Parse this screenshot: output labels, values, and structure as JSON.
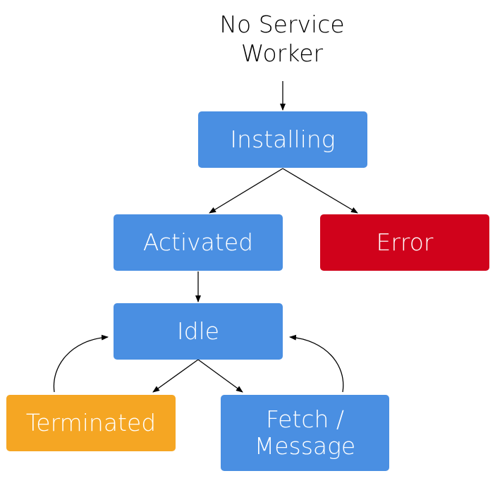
{
  "start": {
    "lines": [
      "No Service",
      "Worker"
    ]
  },
  "colors": {
    "state": "#4a8fe2",
    "error": "#d0021b",
    "terminated": "#f5a623",
    "arrow": "#000000",
    "text_on_node": "#ffffff"
  },
  "nodes": {
    "installing": {
      "label": "Installing"
    },
    "activated": {
      "label": "Activated"
    },
    "error": {
      "label": "Error"
    },
    "idle": {
      "label": "Idle"
    },
    "terminated": {
      "label": "Terminated"
    },
    "fetch_message": {
      "lines": [
        "Fetch /",
        "Message"
      ]
    }
  },
  "edges": [
    {
      "from": "start",
      "to": "installing"
    },
    {
      "from": "installing",
      "to": "activated"
    },
    {
      "from": "installing",
      "to": "error"
    },
    {
      "from": "activated",
      "to": "idle"
    },
    {
      "from": "idle",
      "to": "terminated"
    },
    {
      "from": "idle",
      "to": "fetch_message"
    },
    {
      "from": "terminated",
      "to": "idle"
    },
    {
      "from": "fetch_message",
      "to": "idle"
    }
  ]
}
